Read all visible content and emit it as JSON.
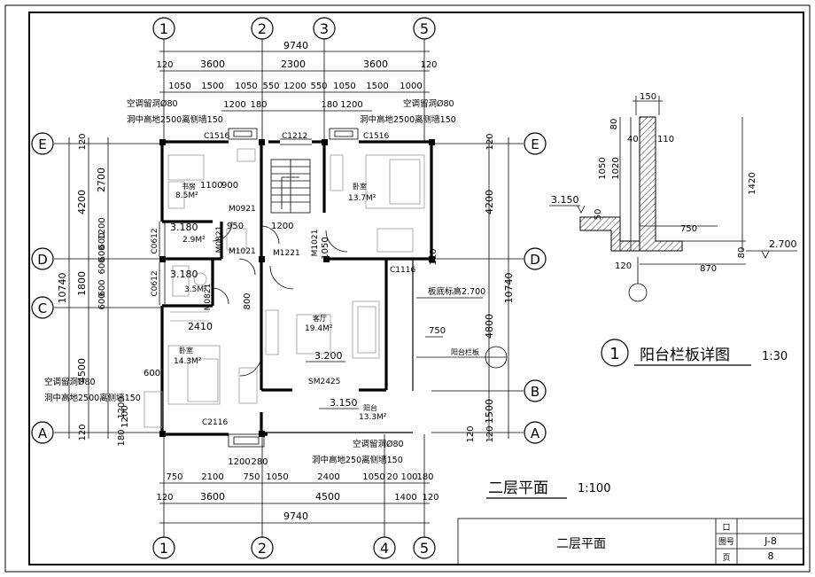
{
  "grid_axes": {
    "top": [
      "1",
      "2",
      "3",
      "5"
    ],
    "bottom": [
      "1",
      "2",
      "4",
      "5"
    ],
    "left": [
      "E",
      "D",
      "C",
      "A"
    ],
    "right": [
      "E",
      "D",
      "B",
      "A"
    ]
  },
  "dimensions": {
    "top_total": "9740",
    "top_row1": [
      "120",
      "3600",
      "2300",
      "3600",
      "120"
    ],
    "top_row2": [
      "1050",
      "1500",
      "1050",
      "550",
      "1200",
      "550",
      "1050",
      "1500",
      "1000"
    ],
    "top_row3": [
      "1200",
      "180",
      "180",
      "1200"
    ],
    "bottom_total": "9740",
    "bottom_row1": [
      "750",
      "2100",
      "750",
      "1050",
      "2400",
      "1050",
      "20",
      "100",
      "180"
    ],
    "bottom_row2": [
      "120",
      "3600",
      "4500",
      "1400",
      "120"
    ],
    "bottom_row3": [
      "1200",
      "280"
    ],
    "left_total": "10740",
    "left_outer": [
      "120",
      "4200",
      "1800",
      "4500",
      "120"
    ],
    "left_inner": [
      "2700",
      "1200",
      "600",
      "600",
      "600",
      "600",
      "600",
      "1200",
      "180"
    ],
    "right_total": "10740",
    "right_outer": [
      "120",
      "4200",
      "4800",
      "1500",
      "120"
    ],
    "right_inner": [
      "120",
      "120"
    ]
  },
  "openings": {
    "c1516_left": "C1516",
    "c1212": "C1212",
    "c1516_right": "C1516",
    "c0612_a": "C0612",
    "c0612_b": "C0612",
    "c1116": "C1116",
    "c2116": "C2116",
    "m0921": "M0921",
    "m0821_a": "M0821",
    "m0821_b": "M0821",
    "m1021_a": "M1021",
    "m1021_b": "M1021",
    "m1221": "M1221",
    "sm2425": "SM2425"
  },
  "rooms": {
    "study_name": "书房",
    "study_area": "8.5M²",
    "bed1_name": "卧室",
    "bed1_area": "13.7M²",
    "bath1_area": "2.9M²",
    "bath2_area": "3.5M²",
    "living_name": "客厅",
    "living_area": "19.4M²",
    "bed2_name": "卧室",
    "bed2_area": "14.3M²",
    "balcony_name": "阳台",
    "balcony_area": "13.3M²"
  },
  "levels": {
    "bath_level_a": "3.180",
    "bath_level_b": "3.180",
    "living_level": "3.200",
    "balcony_level": "3.150",
    "slab_note": "板底标高2.700"
  },
  "notes": {
    "ac_hole_tl": "空调留洞Ø80",
    "ac_pos_tl": "洞中高地2500离侧墙150",
    "ac_hole_tr": "空调留洞Ø80",
    "ac_pos_tr": "洞中高地2500离侧墙150",
    "ac_hole_bl": "空调留洞Ø80",
    "ac_pos_bl": "洞中高地2500离侧墙150",
    "ac_hole_br": "空调留洞Ø80",
    "ac_pos_br": "洞中高地250离侧墙150",
    "rail_note": "阳台栏板",
    "misc_2410": "2410",
    "misc_600": "600",
    "misc_950": "950",
    "misc_1200": "1200",
    "misc_750r": "750",
    "misc_1100": "1100",
    "misc_900": "900",
    "misc_1050v": "1050",
    "misc_800": "800",
    "misc_1200b": "1200"
  },
  "plan_title": "二层平面",
  "plan_scale": "1:100",
  "detail": {
    "number": "1",
    "title": "阳台栏板详图",
    "scale": "1:30",
    "dims": [
      "150",
      "80",
      "40",
      "110",
      "1050",
      "1020",
      "1420",
      "3.150",
      "50",
      "750",
      "120",
      "870",
      "80",
      "2.700"
    ]
  },
  "title_block": {
    "drawing_name": "二层平面",
    "box_label": "口",
    "sheet_label": "图号",
    "sheet_value": "J-8",
    "page_label": "页",
    "page_value": "8"
  }
}
